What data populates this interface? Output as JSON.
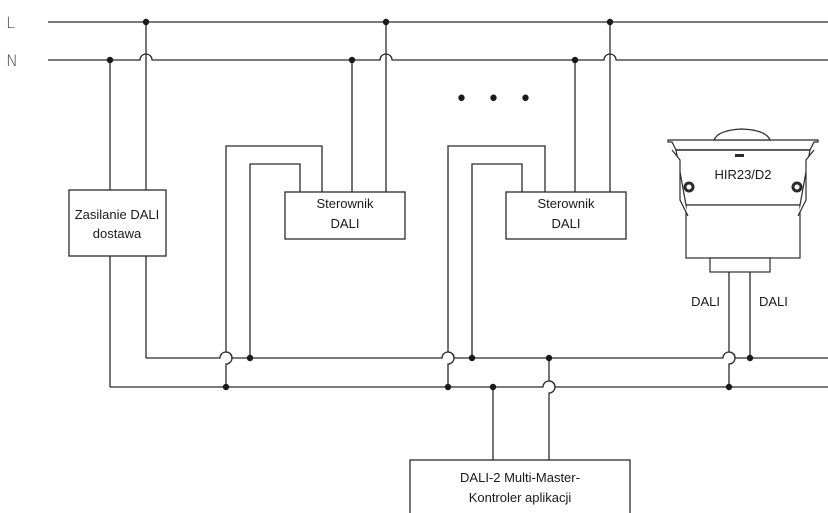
{
  "rails": {
    "L": "L",
    "N": "N"
  },
  "boxes": {
    "power_supply": [
      "Zasilanie DALI",
      "dostawa"
    ],
    "controller_1": [
      "Sterownik",
      "DALI"
    ],
    "controller_2": [
      "Sterownik",
      "DALI"
    ],
    "app_controller": [
      "DALI-2 Multi-Master-",
      "Kontroler aplikacji"
    ]
  },
  "sensor": {
    "model": "HIR23/D2",
    "bus_label_left": "DALI",
    "bus_label_right": "DALI"
  },
  "ellipsis": "• • •"
}
